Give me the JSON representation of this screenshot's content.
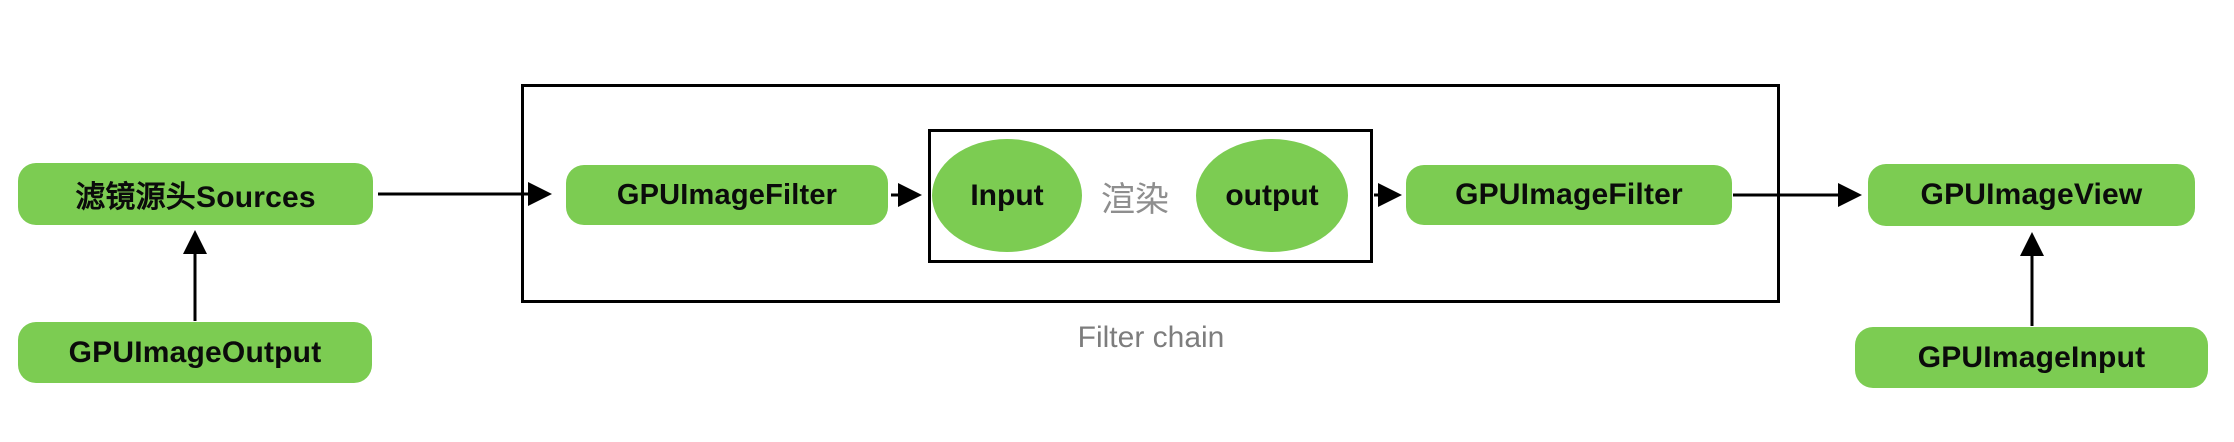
{
  "colors": {
    "node_green": "#7CCC52",
    "arrow_black": "#000000",
    "muted_gray": "#8E8E8E",
    "caption_gray": "#7d7d7d",
    "background": "#ffffff"
  },
  "diagram": {
    "sources_label": "滤镜源头Sources",
    "gpu_image_output_label": "GPUImageOutput",
    "filter_left_label": "GPUImageFilter",
    "filter_right_label": "GPUImageFilter",
    "input_label": "Input",
    "render_label": "渲染",
    "output_label": "output",
    "gpu_image_view_label": "GPUImageView",
    "gpu_image_input_label": "GPUImageInput",
    "filter_chain_caption": "Filter chain"
  }
}
